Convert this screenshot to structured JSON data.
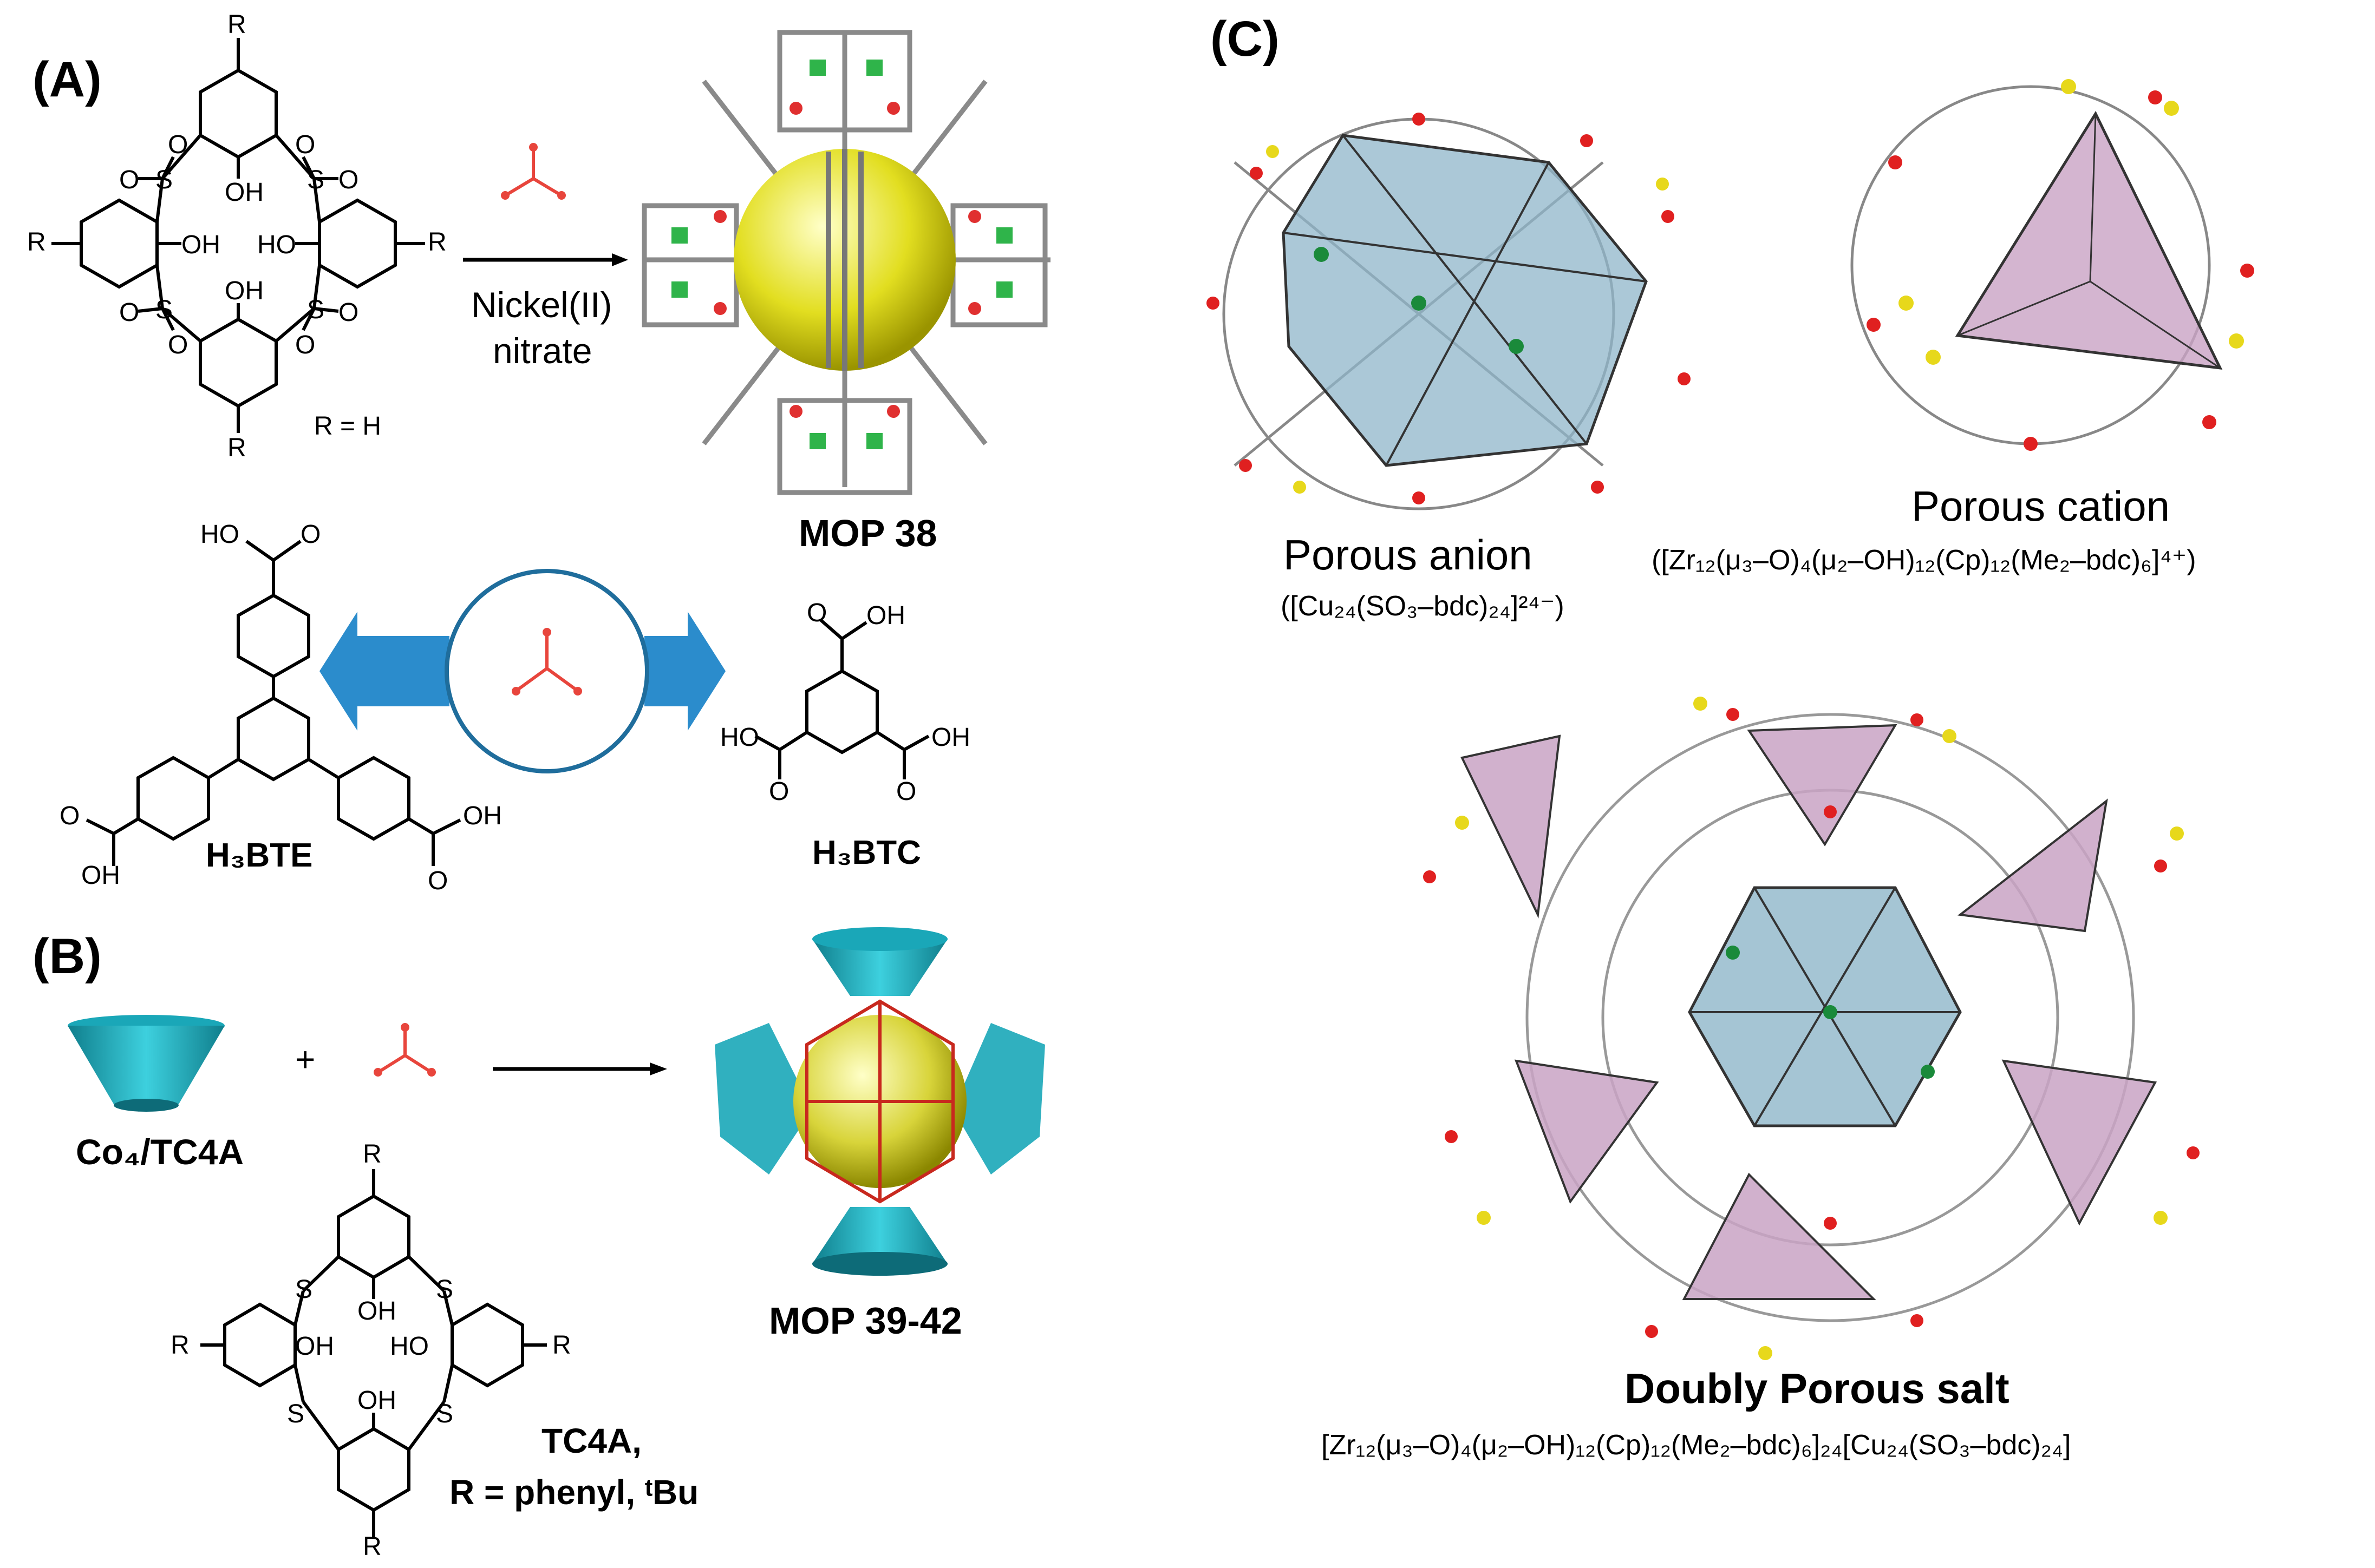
{
  "panels": {
    "A": {
      "label": "(A)",
      "r_group": "R",
      "r_def": "R = H",
      "so2": "S",
      "oxy": "O",
      "oh": "OH",
      "ho": "HO",
      "reagent_line1": "Nickel(II)",
      "reagent_line2": "nitrate",
      "product": "MOP 38",
      "linker1": "H₃BTE",
      "linker2": "H₃BTC"
    },
    "B": {
      "label": "(B)",
      "plus": "+",
      "cluster": "Co₄/TC4A",
      "product": "MOP 39-42",
      "s": "S",
      "ligand_line1": "TC4A,",
      "ligand_line2": "R = phenyl, ᵗBu"
    },
    "C": {
      "label": "(C)",
      "anion_title": "Porous anion",
      "anion_formula": "([Cu₂₄(SO₃–bdc)₂₄]²⁴⁻)",
      "cation_title": "Porous cation",
      "cation_formula": "([Zr₁₂(μ₃–O)₄(μ₂–OH)₁₂(Cp)₁₂(Me₂–bdc)₆]⁴⁺)",
      "salt_title": "Doubly Porous salt",
      "salt_formula": "[Zr₁₂(μ₃–O)₄(μ₂–OH)₁₂(Cp)₁₂(Me₂–bdc)₆]₂₄[Cu₂₄(SO₃–bdc)₂₄]"
    }
  },
  "colors": {
    "linker_red": "#e8453c",
    "arrow_blue": "#2b8ccc",
    "cage_yellow": "#e2de20",
    "cone_cyan": "#1aa7b8",
    "poly_blue": "#8fb6c9",
    "poly_purple": "#c9a3c4"
  }
}
